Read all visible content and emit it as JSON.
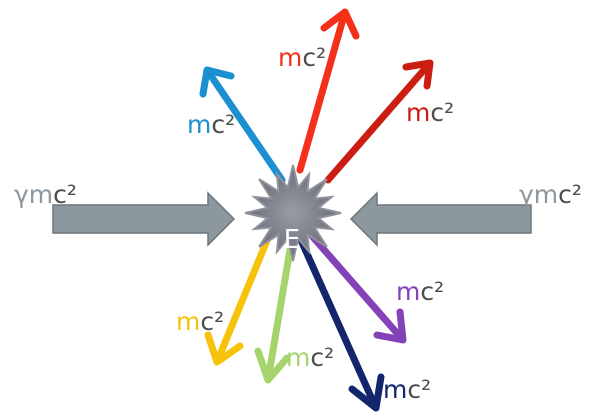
{
  "collision": {
    "center_label": "E",
    "incoming": [
      {
        "id": "left",
        "label_a": "γm",
        "label_b": "c²",
        "color": "#8c979e"
      },
      {
        "id": "right",
        "label_a": "γm",
        "label_b": "c²",
        "color": "#8c979e"
      }
    ],
    "outgoing": [
      {
        "id": "blue",
        "label_a": "m",
        "label_b": "c²",
        "color": "#1b8fd0"
      },
      {
        "id": "orange-red",
        "label_a": "m",
        "label_b": "c²",
        "color": "#f4301b"
      },
      {
        "id": "dark-red",
        "label_a": "m",
        "label_b": "c²",
        "color": "#cc1d12"
      },
      {
        "id": "purple",
        "label_a": "m",
        "label_b": "c²",
        "color": "#8342b7"
      },
      {
        "id": "navy",
        "label_a": "m",
        "label_b": "c²",
        "color": "#13256b"
      },
      {
        "id": "green",
        "label_a": "m",
        "label_b": "c²",
        "color": "#a5d46a"
      },
      {
        "id": "yellow",
        "label_a": "m",
        "label_b": "c²",
        "color": "#f6c20b"
      }
    ]
  },
  "colors": {
    "label_rest": "#4d4d4d",
    "burst_fill": "#727480",
    "burst_stroke": "#8f919b"
  }
}
